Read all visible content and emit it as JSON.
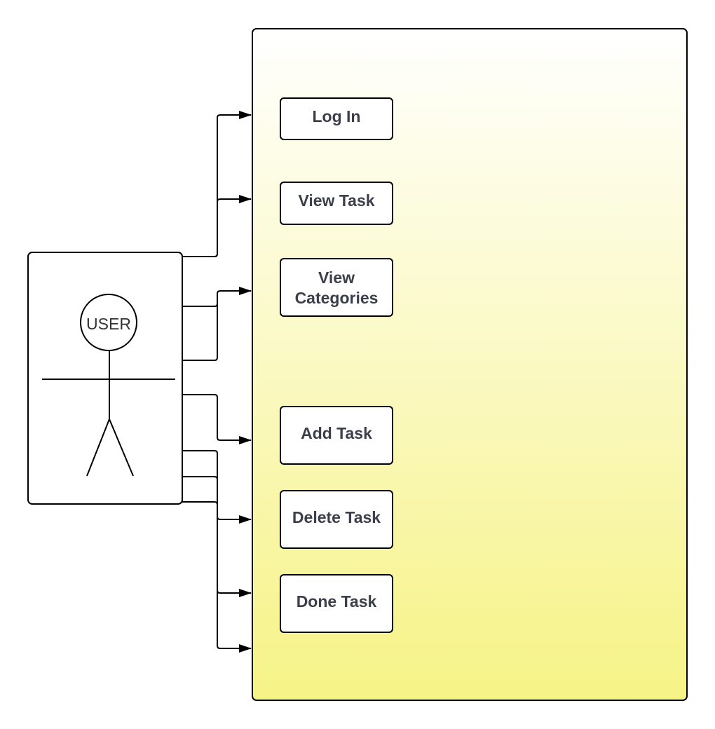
{
  "actor": {
    "name": "USER"
  },
  "use_cases": [
    {
      "lines": [
        "Log In"
      ]
    },
    {
      "lines": [
        "View Task"
      ]
    },
    {
      "lines": [
        "View",
        "Categories"
      ]
    },
    {
      "lines": [
        "Add Task"
      ]
    },
    {
      "lines": [
        "Delete Task"
      ]
    },
    {
      "lines": [
        "Done Task"
      ]
    }
  ],
  "colors": {
    "system_gradient_top": "#ffffff",
    "system_gradient_bottom": "#f6f386",
    "stroke": "#000000",
    "text": "#3a3f4b"
  }
}
